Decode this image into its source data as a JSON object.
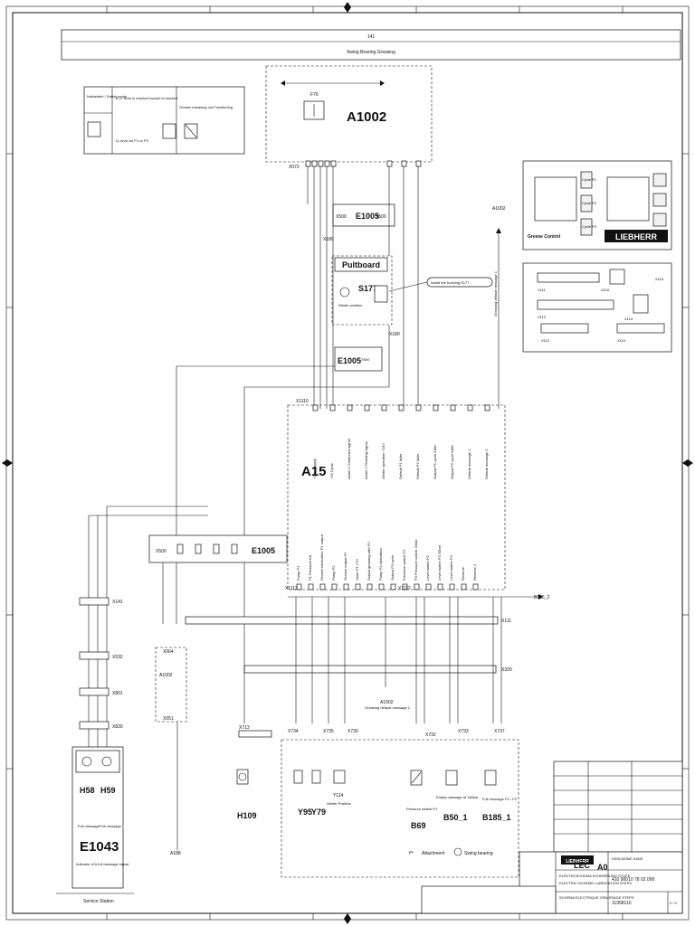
{
  "header": {
    "sheet_code": "141",
    "title": "Swing Bearing Greasing"
  },
  "notes": {
    "col_label": "Notbetrieb / Safety mode",
    "note1": "If LL level is reached bucket is blocked",
    "note2": "Grease releasing not Functioning",
    "note3": "LL level on P1 or P3"
  },
  "devices": {
    "a1002_top": "A1002",
    "f76": "F76",
    "x072": "X072",
    "e1005_top": "E1005",
    "x500_left": "X500",
    "x500_right": "X500",
    "x180_top": "X180",
    "pultboard": "Pultboard",
    "s177": "S177",
    "s177_note": "install the bushing S177",
    "winter_position": "Winter position",
    "x180_bottom": "X180",
    "e1005_mid": "E1005",
    "x500_mid": "X500",
    "a1002_right": "A1002",
    "a1002_right_note": "Greasing default message 1",
    "x1110": "X1110",
    "a15": "A15",
    "x500_row": "X500",
    "e1005_row": "E1005",
    "x1113": "X1113",
    "x1112": "X1112",
    "b185_2": "B185_2",
    "x141": "X141",
    "x111": "X111",
    "x532": "X532",
    "x064": "X064",
    "a1002_mid": "A1002",
    "x801": "X801",
    "x830": "X830",
    "x320": "X320",
    "x051": "X051",
    "x713": "X713",
    "x734": "X734",
    "x735": "X735",
    "x730": "X730",
    "x732": "X732",
    "x733": "X733",
    "x737": "X737",
    "a1002_bottom": "A1002",
    "a1002_bottom_note": "Greasing default message 1",
    "h58": "H58",
    "h59": "H59",
    "h58_caption": "Full message",
    "h59_caption": "Full message",
    "e1043": "E1043",
    "e1043_caption": "Indicator of A full message signal",
    "service_station": "Service Station",
    "a188": "A188",
    "h109": "H109",
    "y95": "Y95",
    "y79": "Y79",
    "y114": "Y114",
    "y114_caption": "Winter Position",
    "b69": "B69",
    "b69_caption": "Pressure switch P1",
    "b50_1": "B50_1",
    "b50_1_caption": "Empty message at 160bar",
    "b185_1": "B185_1",
    "b185_1_caption": "Full message P1 / P2",
    "legend_attachment": "Attachment",
    "legend_swing_bearing": "Swing bearing"
  },
  "a15_pins_top": [
    "+24V Supply",
    "+24 Cycle",
    "Alarm 1 Continued signal",
    "Alarm 2 Flashing signal",
    "Winter operation +24V",
    "Default P1 fuller",
    "Default P2 fuller",
    "Output P1 cycle fuller",
    "Output P2 cycle fuller",
    "Default message 1",
    "Default message 2"
  ],
  "a15_pins_bottom": [
    "Pump P1",
    "P1 Pressure full",
    "Grease lubrication P1 output",
    "Pump P2",
    "Grease output P2",
    "Valve P1 / P2",
    "Output greasing with P2",
    "Pump P3 lubrication",
    "Output P3 cycle",
    "Pressure switch P1",
    "P3 Pressure switch 20bar",
    "Level switch P2",
    "Level switch P3 20bar",
    "Level switch P3",
    "Reserve",
    "Reserve 2"
  ],
  "panel": {
    "greese_control": "Greese Control",
    "liebherr": "LIEBHERR",
    "cycle_p1": "Cycle P1",
    "cycle_p2": "Cycle P2",
    "cycle_p3": "Cycle P3",
    "connectors": [
      "X111",
      "X112",
      "X113",
      "X114",
      "X115",
      "X116",
      "X110"
    ]
  },
  "title_block": {
    "brand": "LIEBHERR",
    "company": "LEC",
    "format": "A0",
    "font_note": "KEIN-NONE-SANS",
    "line1": "ELEKTROSCHEMA SCHMIERUNG STUFE",
    "line2": "ELECTRIC SCHEME LUBRICATION STEPS",
    "line3": "SCHEMA ELECTRIQUE GRAISSAGE STEPS",
    "drawing_no": "410 90010 78 02 000",
    "doc_no": "11958110",
    "page": "2 / 9"
  }
}
